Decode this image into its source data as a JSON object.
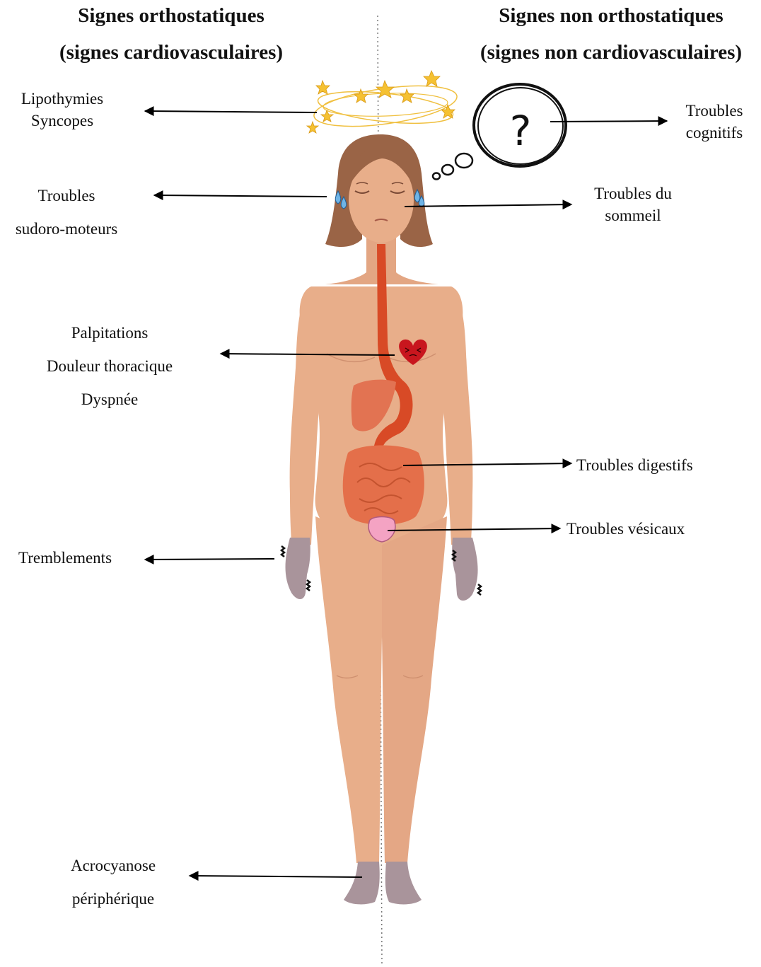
{
  "headers": {
    "left_line1": "Signes orthostatiques",
    "left_line2": "(signes cardiovasculaires)",
    "right_line1": "Signes non orthostatiques",
    "right_line2": "(signes non cardiovasculaires)"
  },
  "left_labels": {
    "lipothymies": "Lipothymies",
    "syncopes": "Syncopes",
    "troubles": "Troubles",
    "sudoro_moteurs": "sudoro-moteurs",
    "palpitations": "Palpitations",
    "douleur_thoracique": "Douleur thoracique",
    "dyspnee": "Dyspnée",
    "tremblements": "Tremblements",
    "acrocyanose": "Acrocyanose",
    "peripherique": "périphérique"
  },
  "right_labels": {
    "troubles_cognitifs_1": "Troubles",
    "troubles_cognitifs_2": "cognitifs",
    "troubles_sommeil_1": "Troubles du",
    "troubles_sommeil_2": "sommeil",
    "troubles_digestifs": "Troubles digestifs",
    "troubles_vesicaux": "Troubles vésicaux"
  },
  "thought_symbol": "?",
  "colors": {
    "skin": "#e8ae8a",
    "skin_shadow": "#d9997a",
    "hair": "#9a6446",
    "esophagus": "#d84a26",
    "liver": "#e27352",
    "intestine": "#e46f4a",
    "heart": "#c8161e",
    "bladder": "#f4a3c3",
    "cyanosis": "#a9949b",
    "star": "#f5c132",
    "tear": "#6fb4e6",
    "arrow": "#000000"
  }
}
